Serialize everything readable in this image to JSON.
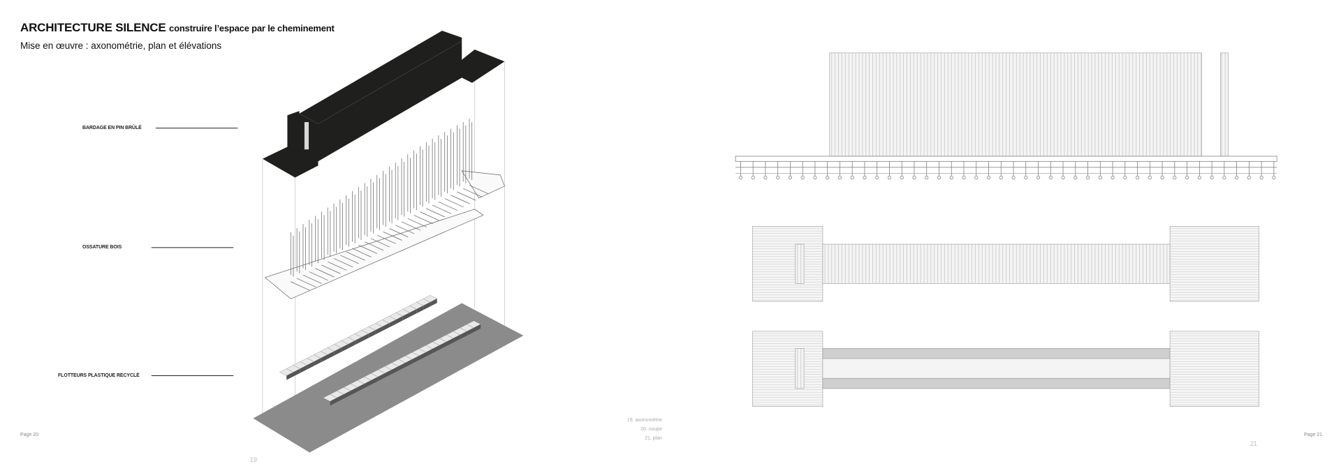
{
  "left_page": {
    "title_main": "ARCHITECTURE SILENCE",
    "title_sub": "construire l’espace par le cheminement",
    "subtitle": "Mise en œuvre  : axonométrie, plan et élévations",
    "labels": [
      "BARDAGE EN PIN BRÛLÉ",
      "OSSATURE BOIS",
      "FLOTTEURS PLASTIQUE RECYCLÉ"
    ],
    "captions": [
      "19. axonomètrie",
      "20. coupe",
      "21. plan"
    ],
    "page_label": "Page 20",
    "figure_number": "19"
  },
  "right_page": {
    "page_label": "Page 21",
    "figure_number": "21"
  },
  "colors": {
    "burnt_wood": "#1f1f1d",
    "ground": "#8b8b8b",
    "line": "#555555"
  }
}
